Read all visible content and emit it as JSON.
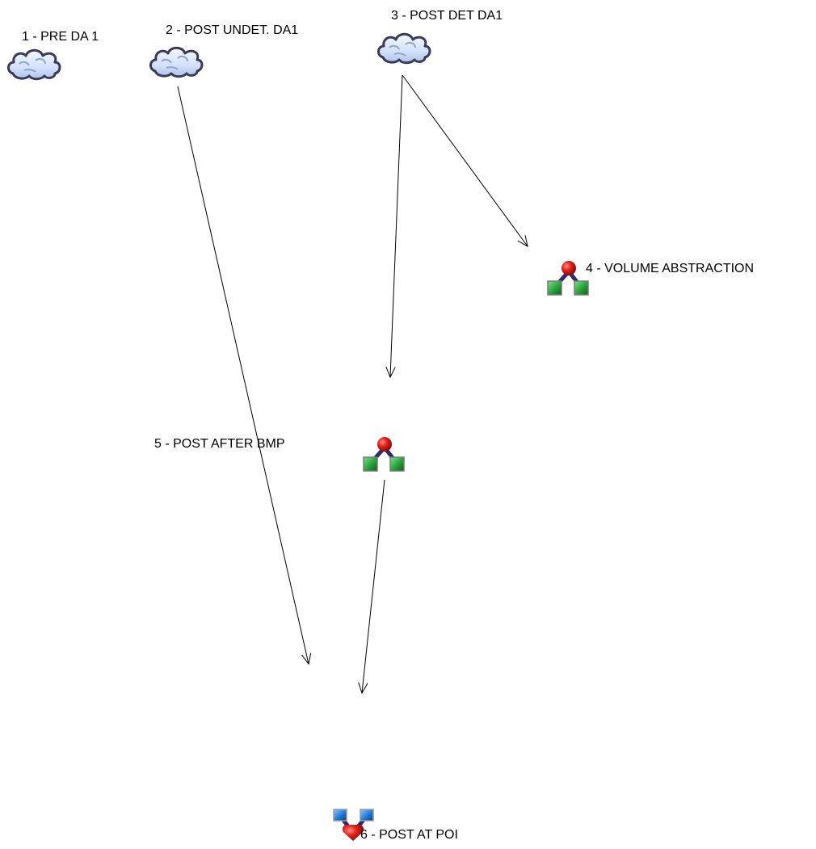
{
  "diagram": {
    "nodes": [
      {
        "id": "1",
        "label": "1 - PRE DA 1",
        "icon": "cloud-icon"
      },
      {
        "id": "2",
        "label": "2 - POST UNDET. DA1",
        "icon": "cloud-icon"
      },
      {
        "id": "3",
        "label": "3 - POST DET DA1",
        "icon": "cloud-icon"
      },
      {
        "id": "4",
        "label": "4 - VOLUME ABSTRACTION",
        "icon": "network-node-icon"
      },
      {
        "id": "5",
        "label": "5 - POST AFTER BMP",
        "icon": "network-node-icon"
      },
      {
        "id": "6",
        "label": "6 - POST AT POI",
        "icon": "junction-node-icon"
      }
    ],
    "links": [
      {
        "from": "2",
        "to": "6"
      },
      {
        "from": "3",
        "to": "4"
      },
      {
        "from": "3",
        "to": "5"
      },
      {
        "from": "5",
        "to": "6"
      }
    ],
    "colors": {
      "cloud_fill": "#dfe8fb",
      "cloud_stroke": "#3a3a5a",
      "node_red": "#d8140f",
      "node_green": "#29a33a",
      "node_blue": "#1f7ad8",
      "connector": "#2b2b6b",
      "arrow": "#000000"
    }
  }
}
